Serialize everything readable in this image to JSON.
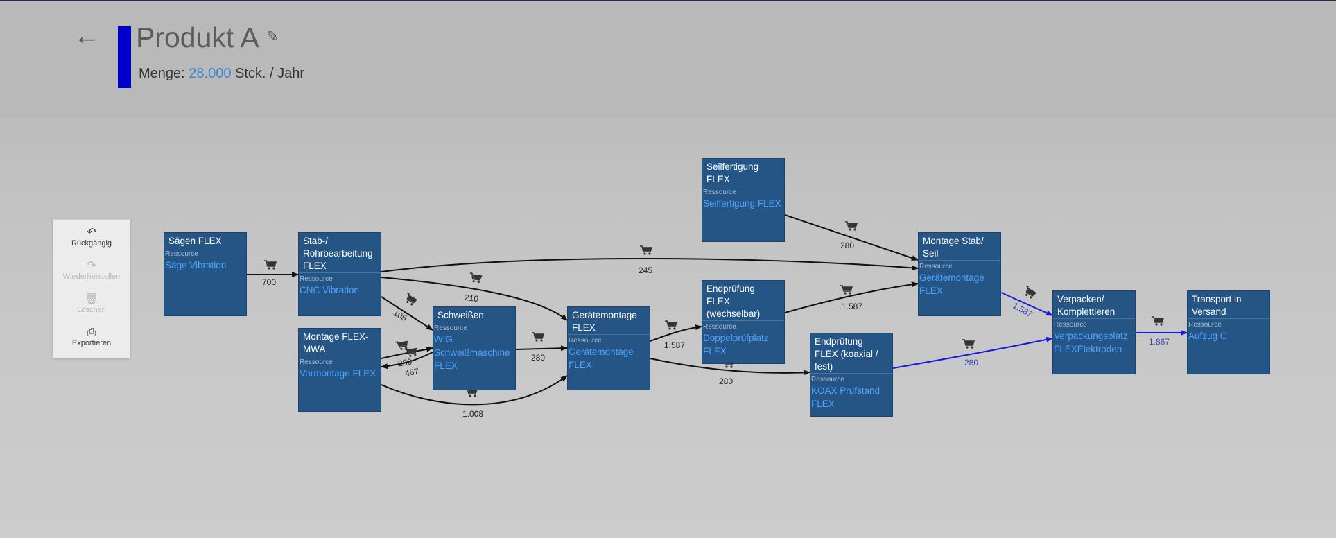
{
  "header": {
    "back_icon": "arrow-left-icon",
    "title": "Produkt A",
    "edit_icon": "pencil-icon",
    "quantity_label": "Menge:",
    "quantity_value": "28.000",
    "quantity_unit": "Stck. / Jahr",
    "accent_color": "#0000cc"
  },
  "toolbar": {
    "undo": {
      "label": "Rückgängig",
      "icon": "undo-icon",
      "enabled": true
    },
    "redo": {
      "label": "Wiederherstellen",
      "icon": "redo-icon",
      "enabled": false
    },
    "delete": {
      "label": "Löschen",
      "icon": "trash-icon",
      "enabled": false
    },
    "export": {
      "label": "Exportieren",
      "icon": "printer-icon",
      "enabled": true
    }
  },
  "resource_label": "Ressource",
  "nodes": [
    {
      "id": "saegen",
      "title": "Sägen FLEX",
      "resource": "Säge Vibration"
    },
    {
      "id": "stab",
      "title": "Stab-/ Rohrbearbeitung FLEX",
      "resource": "CNC Vibration"
    },
    {
      "id": "mwa",
      "title": "Montage FLEX-MWA",
      "resource": "Vormontage FLEX"
    },
    {
      "id": "schweissen",
      "title": "Schweißen",
      "resource": "WIG Schweißmaschine FLEX"
    },
    {
      "id": "geraet",
      "title": "Gerätemontage FLEX",
      "resource": "Gerätemontage FLEX"
    },
    {
      "id": "seil",
      "title": "Seilfertigung FLEX",
      "resource": "Seilfertigung FLEX"
    },
    {
      "id": "endw",
      "title": "Endprüfung FLEX (wechselbar)",
      "resource": "Doppelprüfplatz FLEX"
    },
    {
      "id": "endk",
      "title": "Endprüfung FLEX (koaxial / fest)",
      "resource": "KOAX Prüfstand FLEX"
    },
    {
      "id": "montage",
      "title": "Montage Stab/ Seil",
      "resource": "Gerätemontage FLEX"
    },
    {
      "id": "verpacken",
      "title": "Verpacken/ Komplettieren",
      "resource": "Verpackungsplatz FLEXElektroden"
    },
    {
      "id": "transport",
      "title": "Transport in Versand",
      "resource": "Aufzug C"
    }
  ],
  "edges": [
    {
      "from": "saegen",
      "to": "stab",
      "value": "700",
      "highlighted": false
    },
    {
      "from": "stab",
      "to": "montage",
      "value": "245",
      "highlighted": false
    },
    {
      "from": "stab",
      "to": "geraet",
      "value": "210",
      "highlighted": false
    },
    {
      "from": "stab",
      "to": "schweissen",
      "value": "105",
      "highlighted": false
    },
    {
      "from": "mwa",
      "to": "schweissen",
      "value": "280",
      "highlighted": false
    },
    {
      "from": "schweissen",
      "to": "mwa",
      "value": "467",
      "highlighted": false
    },
    {
      "from": "mwa",
      "to": "geraet",
      "value": "1.008",
      "highlighted": false
    },
    {
      "from": "schweissen",
      "to": "geraet",
      "value": "280",
      "highlighted": false
    },
    {
      "from": "geraet",
      "to": "endw",
      "value": "1.587",
      "highlighted": false
    },
    {
      "from": "geraet",
      "to": "endk",
      "value": "280",
      "highlighted": false
    },
    {
      "from": "seil",
      "to": "montage",
      "value": "280",
      "highlighted": false
    },
    {
      "from": "endw",
      "to": "montage",
      "value": "1.587",
      "highlighted": false
    },
    {
      "from": "montage",
      "to": "verpacken",
      "value": "1.587",
      "highlighted": true
    },
    {
      "from": "endk",
      "to": "verpacken",
      "value": "280",
      "highlighted": true
    },
    {
      "from": "verpacken",
      "to": "transport",
      "value": "1.867",
      "highlighted": true
    }
  ],
  "colors": {
    "node_bg": "#245585",
    "resource_link": "#4fa3ff",
    "edge_default": "#111111",
    "edge_highlight": "#1a1ad8"
  }
}
